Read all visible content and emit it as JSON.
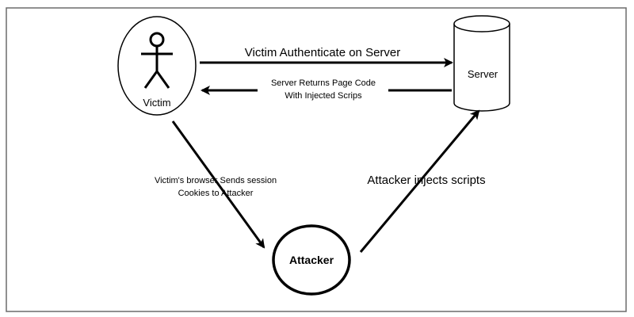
{
  "nodes": {
    "victim": {
      "label": "Victim"
    },
    "server": {
      "label": "Server"
    },
    "attacker": {
      "label": "Attacker"
    }
  },
  "edges": {
    "victim_to_server": {
      "label": "Victim Authenticate on Server"
    },
    "server_to_victim": {
      "line1": "Server Returns Page Code",
      "line2": "With Injected Scrips"
    },
    "victim_to_attacker": {
      "line1": "Victim's browser Sends session",
      "line2": "Cookies to Attacker"
    },
    "attacker_to_server": {
      "label": "Attacker injects scripts"
    }
  },
  "colors": {
    "stroke": "#000000",
    "background": "#ffffff",
    "frame": "#6b6b6b"
  }
}
